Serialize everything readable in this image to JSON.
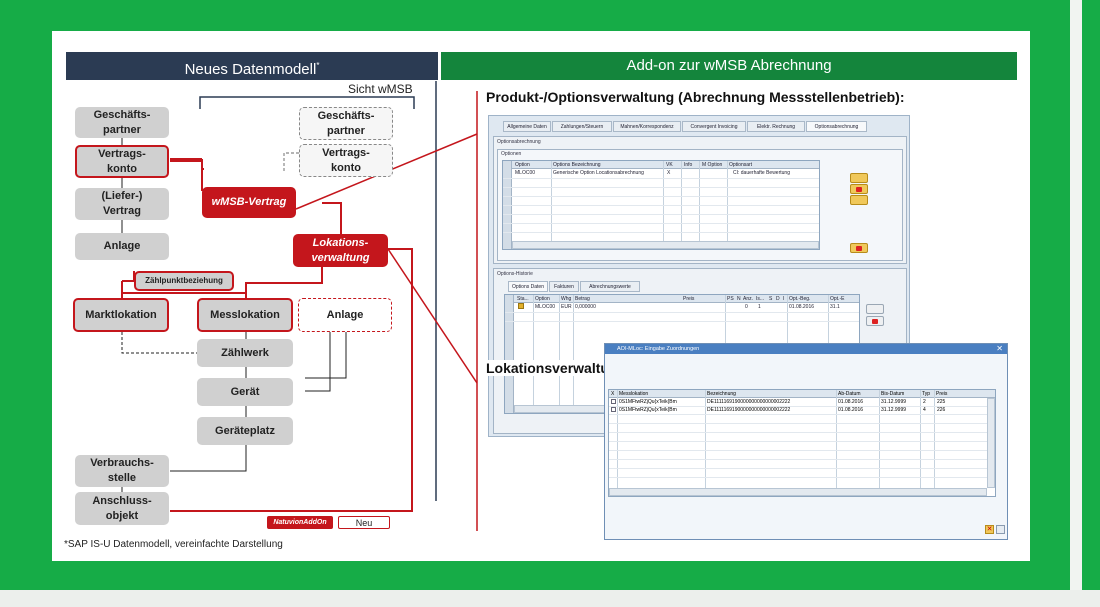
{
  "left_header": {
    "title": "Neues Datenmodell",
    "mark": "*"
  },
  "right_header": {
    "title": "Add-on zur wMSB Abrechnung"
  },
  "sicht_label": "Sicht wMSB",
  "boxes": {
    "geschaeftspartner": "Geschäfts-\npartner",
    "vertragskonto": "Vertrags-\nkonto",
    "liefervertrag": "(Liefer-)\nVertrag",
    "anlage": "Anlage",
    "zaehlpunkt": "Zählpunktbeziehung",
    "marktlokation": "Marktlokation",
    "messlokation": "Messlokation",
    "anlage_new": "Anlage",
    "zaehlwerk": "Zählwerk",
    "geraet": "Gerät",
    "geraeteplatz": "Geräteplatz",
    "verbrauchsstelle": "Verbrauchs-\nstelle",
    "anschlussobjekt": "Anschluss-\nobjekt",
    "gp_wmsb": "Geschäfts-\npartner",
    "vk_wmsb": "Vertrags-\nkonto",
    "wmsb_vertrag": "wMSB-Vertrag",
    "lokationsverwaltung": "Lokations-\nverwaltung"
  },
  "legend": {
    "addon": "NatuvionAddOn",
    "new": "Neu"
  },
  "footnote": "*SAP IS-U Datenmodell, vereinfachte Darstellung",
  "section1_title": "Produkt-/Optionsverwaltung (Abrechnung Messstellenbetrieb):",
  "section2_title": "Lokationsverwaltung",
  "sap_tabs": [
    "Allgemeine Daten",
    "Zahlungen/Steuern",
    "Mahnen/Korrespondenz",
    "Convergent Invoicing",
    "Elektr. Rechnung",
    "Optionsabrechnung"
  ],
  "opt_group_label": "Optionsabrechnung",
  "opt_grid": {
    "label": "Optionen",
    "headers": [
      "Option",
      "Options Bezeichnung",
      "VK",
      "Info",
      "M Option",
      "Optionsart"
    ],
    "row": [
      "MLOC00",
      "Generische Option Locationsabrechnung",
      "X",
      "",
      "",
      "CI: dauerhafte Bewertung"
    ]
  },
  "hist_group_label": "Options-Historie",
  "hist_tabs": [
    "Options Daten",
    "Fakturen",
    "Abrechnungswerte"
  ],
  "hist_grid": {
    "headers": [
      "Sta...",
      "Option",
      "Whg",
      "Betrag",
      "Preis",
      "PS",
      "N",
      "Anz.",
      "Is...",
      "S",
      "D",
      "I",
      "Opt.-Beg.",
      "Opt.-E"
    ],
    "row": [
      "",
      "MLOC00",
      "EUR",
      "0,000000",
      "",
      "",
      "",
      "0",
      "1",
      "",
      "",
      "",
      "01.08.2016",
      "31.1"
    ]
  },
  "popup": {
    "title": "AOI-MLoc: Eingabe Zuordnungen",
    "headers": [
      "X",
      "Messlokation",
      "Bezeichnung",
      "Ab-Datum",
      "Bis-Datum",
      "Typ",
      "Preis"
    ],
    "rows": [
      [
        "",
        "0S1MFtwRZjQu{xTeik{Bm",
        "DE1111169190000000000000002222",
        "01.08.2016",
        "31.12.9999",
        "2",
        "225"
      ],
      [
        "",
        "0S1MFtwRZjQu{xTeik{Bm",
        "DE1111169190000000000000002222",
        "01.08.2016",
        "31.12.9999",
        "4",
        "226"
      ]
    ]
  },
  "colors": {
    "accent_red": "#c4161c",
    "header_navy": "#2b3b53",
    "header_green": "#14853c",
    "background_green": "#16ac47"
  }
}
